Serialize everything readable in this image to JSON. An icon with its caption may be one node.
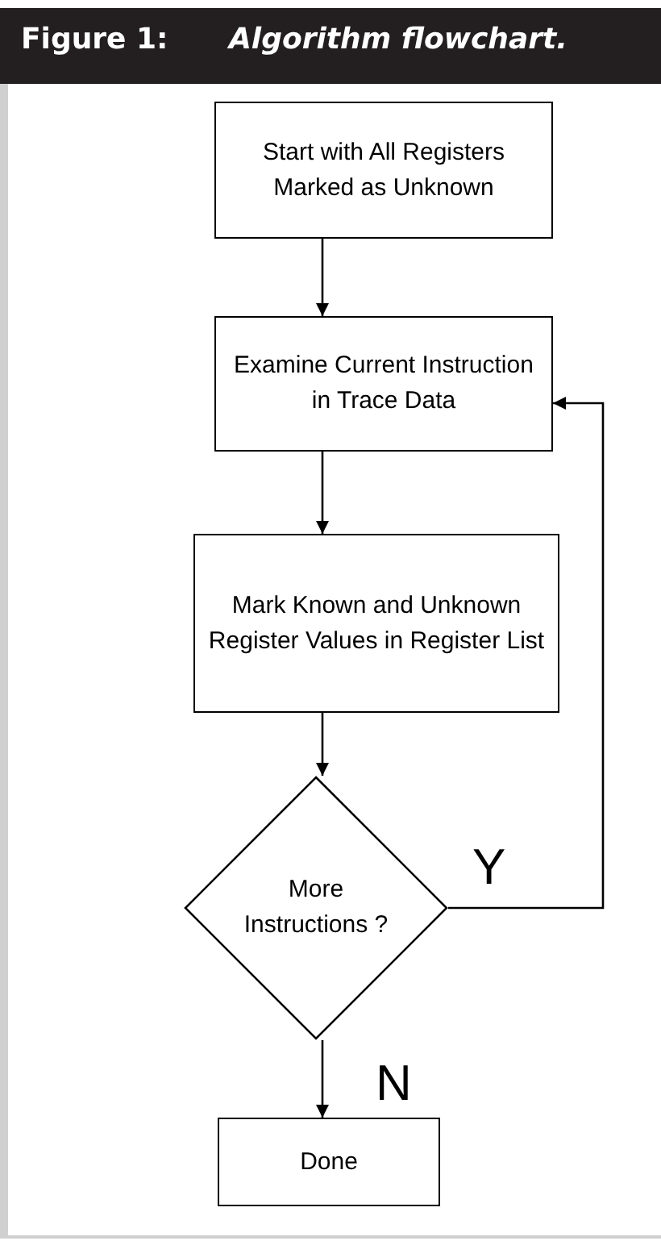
{
  "diagram": {
    "title": "Figure 1:",
    "caption": "Algorithm flowchart.",
    "nodes": [
      {
        "text": [
          "Start with All Registers Marked as Unknown"
        ]
      },
      {
        "text": [
          "Examine Current Instruction in Trace Data"
        ]
      },
      {
        "text": [
          "Mark Known and Unknown Register Values in Register List"
        ]
      },
      {
        "text": [
          "More Instructions ?"
        ]
      },
      {
        "text": [
          "Done"
        ]
      }
    ],
    "edges": [
      {
        "from": 0,
        "to": 1,
        "arrow": "to"
      },
      {
        "from": 1,
        "to": 2,
        "arrow": "to"
      },
      {
        "from": 2,
        "to": 3,
        "arrow": "to"
      },
      {
        "from": 3,
        "to": 1,
        "arrow": "to",
        "label": "Y"
      },
      {
        "from": 3,
        "to": 4,
        "arrow": "to",
        "label": "N"
      }
    ]
  }
}
